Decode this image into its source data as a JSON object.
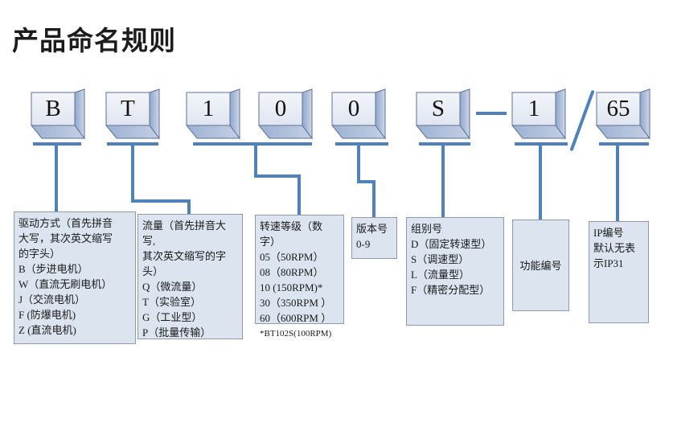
{
  "title": "产品命名规则",
  "code": {
    "segments": [
      "B",
      "T",
      "1",
      "0",
      "0",
      "S",
      "1",
      "65"
    ],
    "dash": "—",
    "slash": "/"
  },
  "notes": {
    "drive": {
      "lines": [
        "驱动方式（首先拼音",
        "大写，其次英文缩写",
        "的字头）",
        "B（步进电机）",
        "W（直流无刷电机）",
        "J（交流电机）",
        "F (防爆电机)",
        "Z (直流电机)"
      ]
    },
    "flow": {
      "lines": [
        "流量（首先拼音大写,",
        "其次英文缩写的字头）",
        "Q（微流量）",
        "T（实验室）",
        "G（工业型）",
        "P（批量传输）"
      ]
    },
    "speed": {
      "lines": [
        "转速等级（数字）",
        "05（50RPM）",
        "08（80RPM）",
        "10 (150RPM)*",
        "30（350RPM ）",
        "60（600RPM ）"
      ],
      "footnote": "*BT102S(100RPM)"
    },
    "version": {
      "lines": [
        "版本号",
        "0-9"
      ]
    },
    "group": {
      "lines": [
        "组别号",
        "D（固定转速型）",
        "S（调速型）",
        "L（流量型）",
        "F（精密分配型）"
      ]
    },
    "function": {
      "lines": [
        "功能编号"
      ]
    },
    "ip": {
      "lines": [
        "IP编号",
        "默认无表",
        "示IP31"
      ]
    }
  },
  "colors": {
    "connector": "#4f81bd",
    "cube_front": "#eaeef5",
    "cube_side": "#a9bdd9",
    "note_fill": "#dce4ef",
    "note_border": "#8f9aae"
  }
}
